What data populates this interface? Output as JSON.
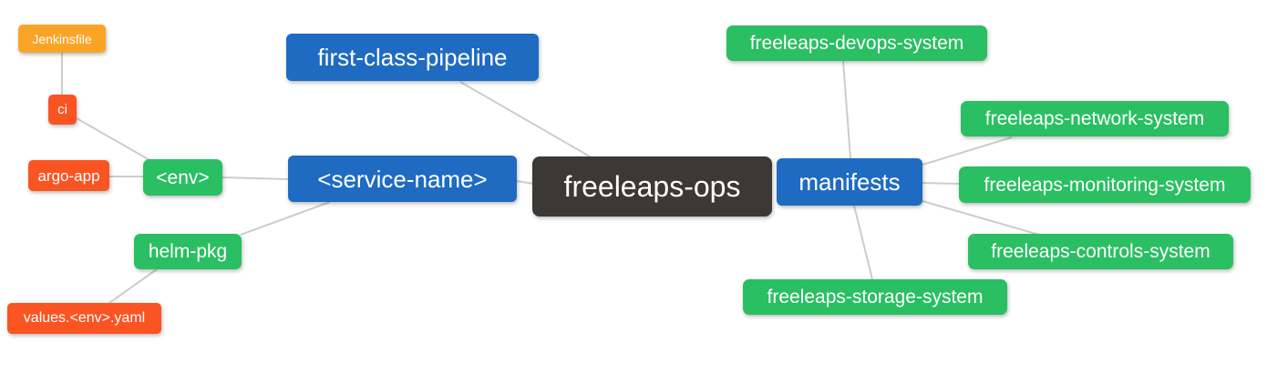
{
  "diagram": {
    "type": "mindmap",
    "root": "freeleaps-ops",
    "background": "#ffffff",
    "edge_color": "#cccccc"
  },
  "colors": {
    "root_node": "#3b3835",
    "branch_node": "#1f6bc1",
    "green_node": "#2abf62",
    "red_node": "#fa5423",
    "orange_node": "#faa427",
    "text": "#ffffff"
  },
  "nodes": {
    "freeleaps_ops": {
      "label": "freeleaps-ops",
      "level": 0
    },
    "first_class_pipeline": {
      "label": "first-class-pipeline",
      "level": 1
    },
    "service_name": {
      "label": "<service-name>",
      "level": 1
    },
    "manifests": {
      "label": "manifests",
      "level": 1
    },
    "env": {
      "label": "<env>",
      "level": 2
    },
    "helm_pkg": {
      "label": "helm-pkg",
      "level": 2
    },
    "ci": {
      "label": "ci",
      "level": 3
    },
    "argo_app": {
      "label": "argo-app",
      "level": 3
    },
    "jenkinsfile": {
      "label": "Jenkinsfile",
      "level": 4
    },
    "values_env_yaml": {
      "label": "values.<env>.yaml",
      "level": 3
    },
    "devops_system": {
      "label": "freeleaps-devops-system",
      "level": 2
    },
    "network_system": {
      "label": "freeleaps-network-system",
      "level": 2
    },
    "monitoring_system": {
      "label": "freeleaps-monitoring-system",
      "level": 2
    },
    "controls_system": {
      "label": "freeleaps-controls-system",
      "level": 2
    },
    "storage_system": {
      "label": "freeleaps-storage-system",
      "level": 2
    }
  },
  "edges": [
    [
      "jenkinsfile",
      "ci"
    ],
    [
      "ci",
      "env"
    ],
    [
      "argo_app",
      "env"
    ],
    [
      "env",
      "service_name"
    ],
    [
      "helm_pkg",
      "service_name"
    ],
    [
      "values_env_yaml",
      "helm_pkg"
    ],
    [
      "first_class_pipeline",
      "freeleaps_ops"
    ],
    [
      "service_name",
      "freeleaps_ops"
    ],
    [
      "manifests",
      "devops_system"
    ],
    [
      "manifests",
      "network_system"
    ],
    [
      "manifests",
      "monitoring_system"
    ],
    [
      "manifests",
      "controls_system"
    ],
    [
      "manifests",
      "storage_system"
    ],
    [
      "freeleaps_ops",
      "manifests"
    ]
  ]
}
